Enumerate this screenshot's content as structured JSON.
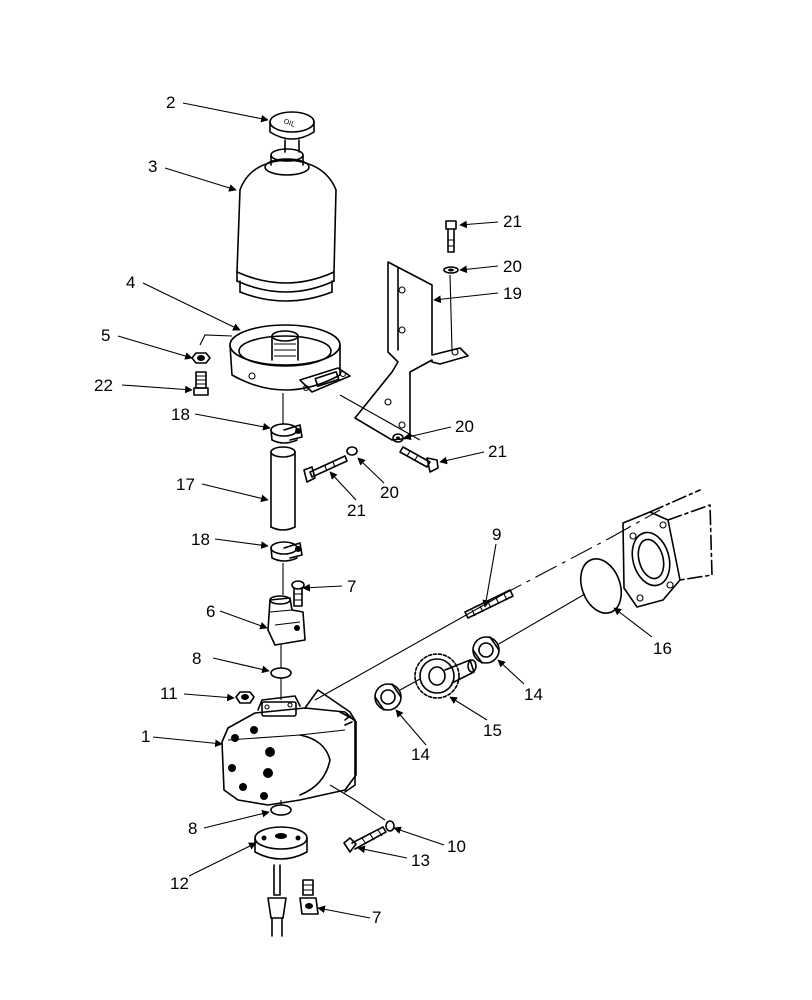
{
  "diagram": {
    "callouts": [
      {
        "id": "c2",
        "text": "2"
      },
      {
        "id": "c3",
        "text": "3"
      },
      {
        "id": "c4",
        "text": "4"
      },
      {
        "id": "c5",
        "text": "5"
      },
      {
        "id": "c22",
        "text": "22"
      },
      {
        "id": "c18a",
        "text": "18"
      },
      {
        "id": "c17",
        "text": "17"
      },
      {
        "id": "c18b",
        "text": "18"
      },
      {
        "id": "c6",
        "text": "6"
      },
      {
        "id": "c7a",
        "text": "7"
      },
      {
        "id": "c8a",
        "text": "8"
      },
      {
        "id": "c11",
        "text": "11"
      },
      {
        "id": "c1",
        "text": "1"
      },
      {
        "id": "c8b",
        "text": "8"
      },
      {
        "id": "c12",
        "text": "12"
      },
      {
        "id": "c7b",
        "text": "7"
      },
      {
        "id": "c13",
        "text": "13"
      },
      {
        "id": "c10",
        "text": "10"
      },
      {
        "id": "c14a",
        "text": "14"
      },
      {
        "id": "c15",
        "text": "15"
      },
      {
        "id": "c14b",
        "text": "14"
      },
      {
        "id": "c16",
        "text": "16"
      },
      {
        "id": "c9",
        "text": "9"
      },
      {
        "id": "c21a",
        "text": "21"
      },
      {
        "id": "c20a",
        "text": "20"
      },
      {
        "id": "c19",
        "text": "19"
      },
      {
        "id": "c20b",
        "text": "20"
      },
      {
        "id": "c21b",
        "text": "21"
      },
      {
        "id": "c20c",
        "text": "20"
      },
      {
        "id": "c21c",
        "text": "21"
      }
    ]
  }
}
